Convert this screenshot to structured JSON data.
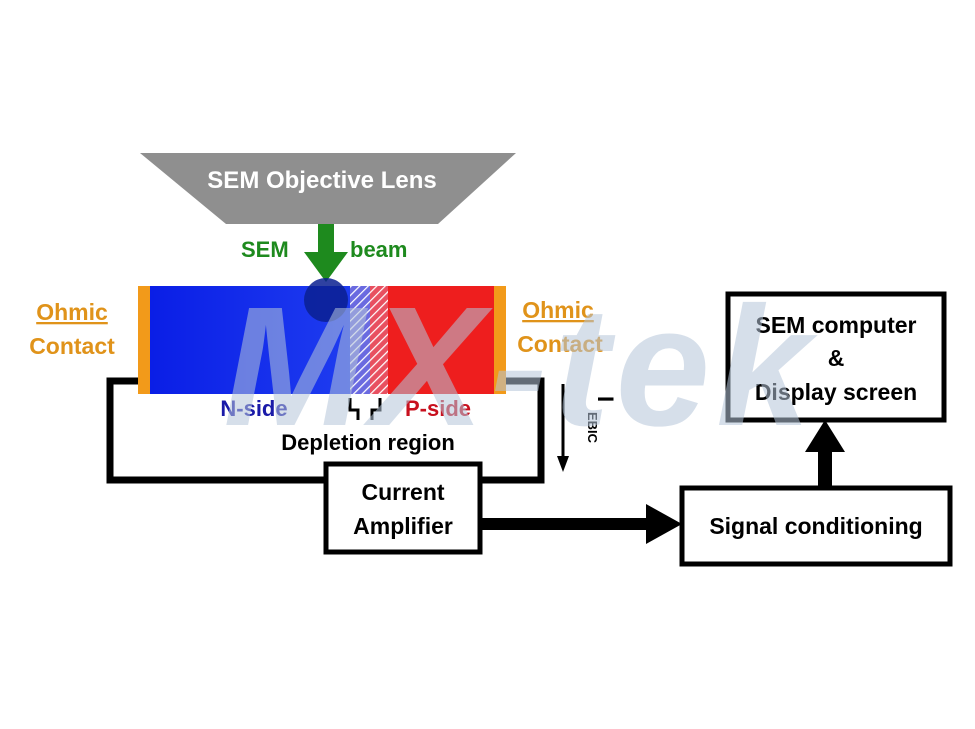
{
  "lens": {
    "label": "SEM Objective Lens"
  },
  "beam": {
    "label_left": "SEM",
    "label_right": "beam"
  },
  "contacts": {
    "left": [
      "Ohmic",
      "Contact"
    ],
    "right": [
      "Ohmic",
      "Contact"
    ]
  },
  "sample": {
    "n_side": "N-side",
    "p_side": "P-side",
    "depletion": "Depletion region"
  },
  "current": {
    "label_main": "I",
    "label_sub": "EBIC"
  },
  "boxes": {
    "amplifier": [
      "Current",
      "Amplifier"
    ],
    "signal": "Signal conditioning",
    "computer": [
      "SEM computer",
      "&",
      "Display screen"
    ]
  },
  "watermark": "MX-tek",
  "colors": {
    "lens": "#8f8f8f",
    "beam": "#1e8a1e",
    "n_side": "#0a1ee6",
    "p_side": "#ee1e1e",
    "contact": "#f29a1a",
    "ohmic_text": "#e0931a",
    "n_text": "#1a1aa8",
    "p_text": "#c8101e",
    "black": "#000000",
    "watermark": "#b4c4d8"
  }
}
